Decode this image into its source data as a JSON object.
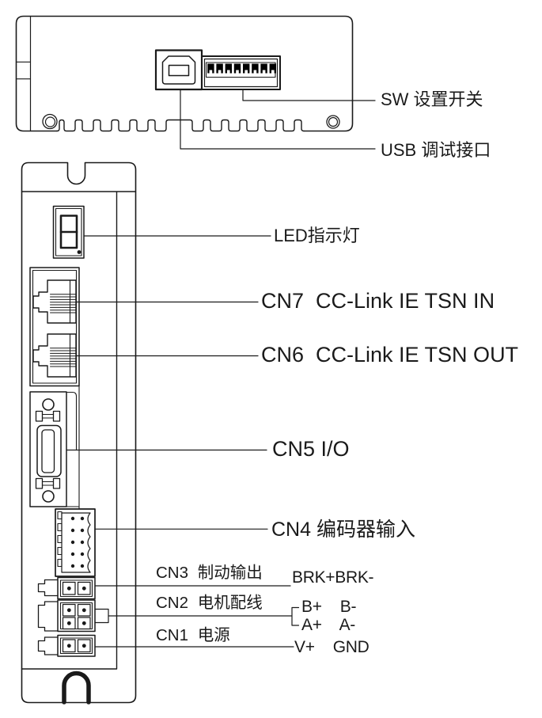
{
  "figure": {
    "colors": {
      "line": "#1a1a1a",
      "background": "#ffffff",
      "pin_fill": "#000000"
    },
    "top_view": {
      "description_labels": {
        "sw_switch": "SW 设置开关",
        "usb_debug": "USB 调试接口"
      },
      "dip_switch_positions": 8
    },
    "front_view": {
      "description_labels": {
        "led": "LED指示灯",
        "cn7": "CN7  CC-Link IE TSN IN",
        "cn6": "CN6  CC-Link IE TSN OUT",
        "cn5": "CN5 I/O",
        "cn4": "CN4 编码器输入",
        "cn3": "CN3 制动输出",
        "cn2": "CN2 电机配线",
        "cn1": "CN1 电源"
      },
      "pin_labels": {
        "cn3_pins": "BRK+BRK-",
        "cn2_pins_row1": "B+  B-",
        "cn2_pins_row2": "A+  A-",
        "cn1_pins": "V+  GND"
      }
    }
  }
}
